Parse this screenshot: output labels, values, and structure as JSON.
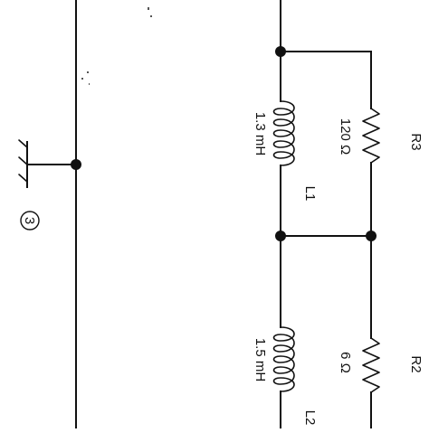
{
  "colors": {
    "ink": "#111111",
    "background": "#ffffff"
  },
  "node_marker": "3",
  "components": {
    "r3": {
      "designator": "R3",
      "value": "120 Ω"
    },
    "l1": {
      "designator": "L1",
      "value": "1.3 mH"
    },
    "r2": {
      "designator": "R2",
      "value": "6 Ω"
    },
    "l2": {
      "designator": "L2",
      "value": "1.5 mH"
    }
  }
}
